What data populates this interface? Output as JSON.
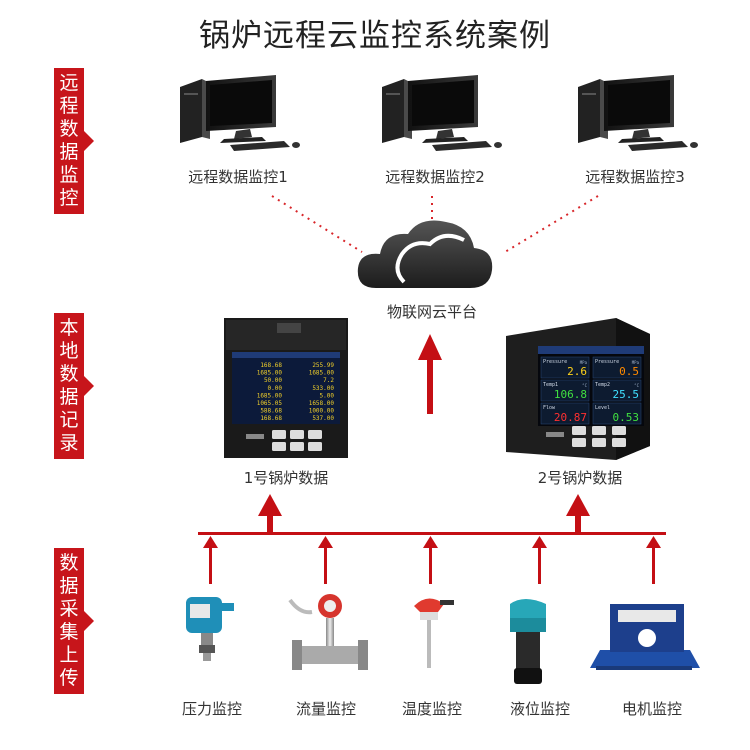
{
  "title": "锅炉远程云监控系统案例",
  "side_labels": {
    "remote": "远程数据监控",
    "local": "本地数据记录",
    "collect": "数据采集上传"
  },
  "monitors": [
    {
      "label": "远程数据监控1"
    },
    {
      "label": "远程数据监控2"
    },
    {
      "label": "远程数据监控3"
    }
  ],
  "cloud": {
    "label": "物联网云平台"
  },
  "recorders": [
    {
      "label": "1号锅炉数据"
    },
    {
      "label": "2号锅炉数据"
    }
  ],
  "recorder2_screen": {
    "cells": [
      {
        "name": "Pressure",
        "value": "2.6",
        "unit": "MPa",
        "color": "#ffd21a"
      },
      {
        "name": "Pressure",
        "value": "0.5",
        "unit": "MPa",
        "color": "#ff8a00"
      },
      {
        "name": "Temp1",
        "value": "106.8",
        "unit": "°C",
        "color": "#40e040"
      },
      {
        "name": "Temp2",
        "value": "25.5",
        "unit": "°C",
        "color": "#40e0ff"
      },
      {
        "name": "Flow",
        "value": "20.87",
        "unit": "",
        "color": "#ff3030"
      },
      {
        "name": "Level",
        "value": "0.53",
        "unit": "",
        "color": "#40e040"
      }
    ]
  },
  "recorder1_screen": {
    "values": [
      "168.68",
      "255.99",
      "1685.00",
      "1685.00",
      "50.00",
      "7.2",
      "0.00",
      "533.00",
      "1685.00",
      "5.00",
      "1065.05",
      "1658.00",
      "588.68",
      "1000.00",
      "168.68",
      "537.00"
    ]
  },
  "sensors": [
    {
      "label": "压力监控",
      "icon": "pressure-transmitter-icon"
    },
    {
      "label": "流量监控",
      "icon": "flowmeter-icon"
    },
    {
      "label": "温度监控",
      "icon": "temperature-sensor-icon"
    },
    {
      "label": "液位监控",
      "icon": "level-sensor-icon"
    },
    {
      "label": "电机监控",
      "icon": "current-sensor-icon"
    }
  ],
  "colors": {
    "accent_red": "#c7151b",
    "arrow_red": "#c40f14",
    "dot_red": "#d8262a"
  }
}
